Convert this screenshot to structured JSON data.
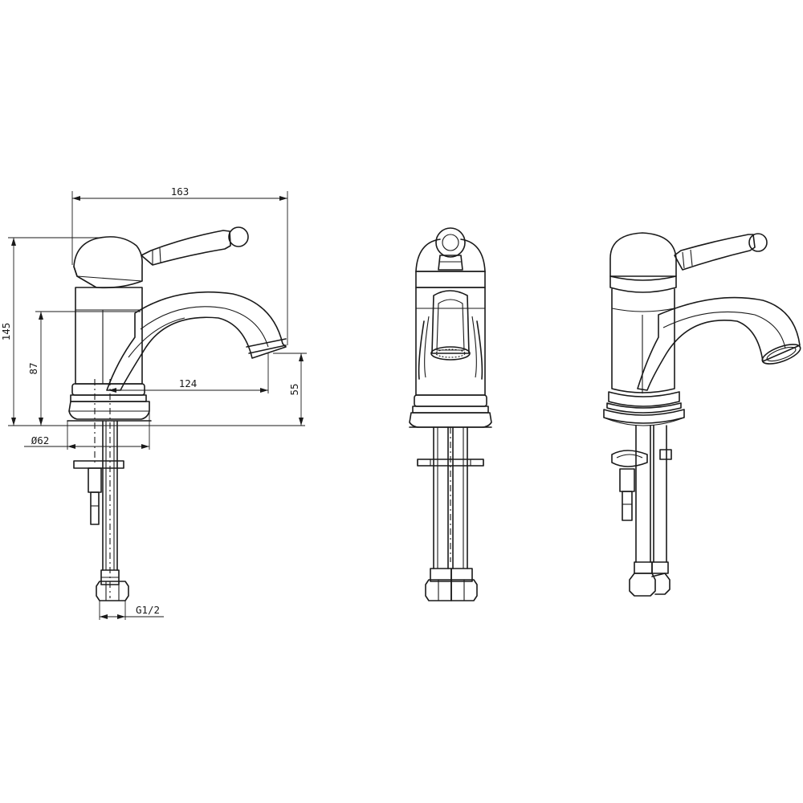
{
  "dimensions": {
    "overall_width": "163",
    "overall_height": "145",
    "spout_height": "87",
    "spout_reach": "124",
    "outlet_height": "55",
    "base_diameter": "Ø62",
    "connection_thread": "G1/2"
  },
  "views": [
    "side-view",
    "front-view",
    "perspective-view"
  ]
}
